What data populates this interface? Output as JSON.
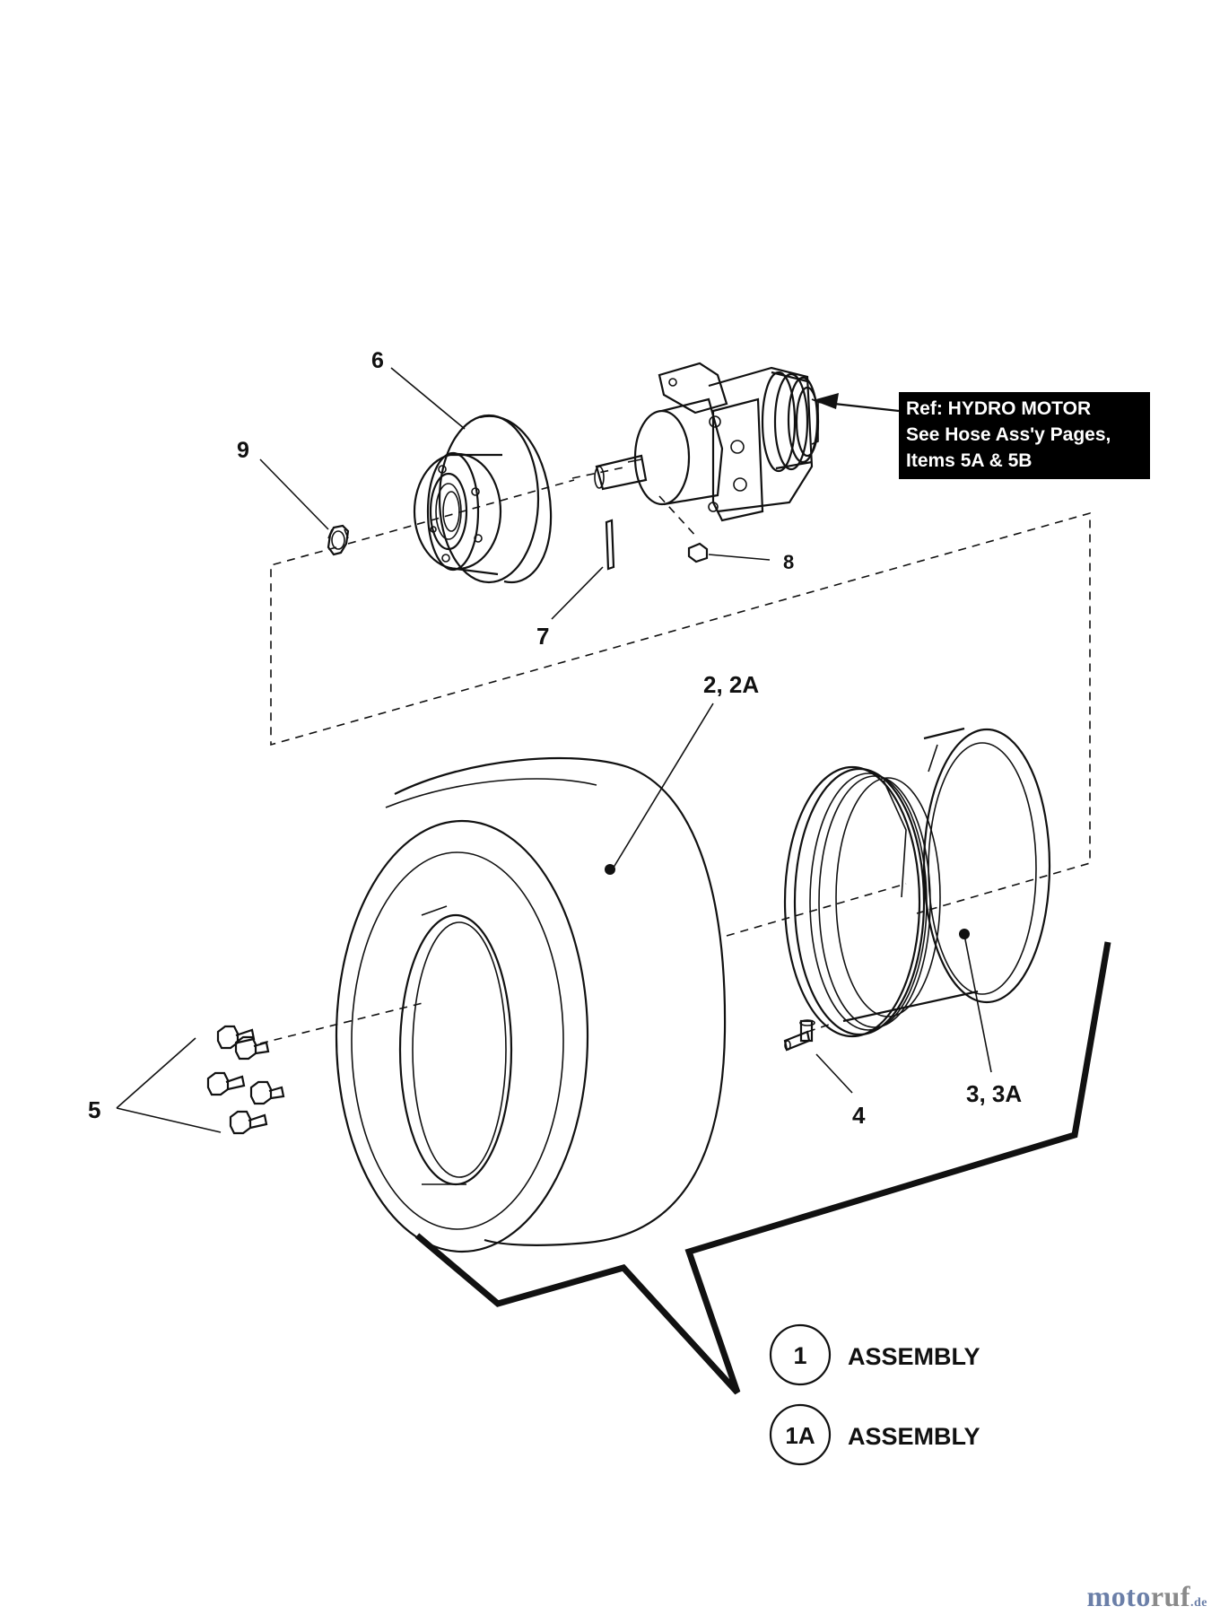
{
  "diagram": {
    "callouts": {
      "c1": "1",
      "c2": "2, 2A",
      "c3": "3, 3A",
      "c4": "4",
      "c5": "5",
      "c6": "6",
      "c7": "7",
      "c8": "8",
      "c9": "9"
    },
    "ref_note": {
      "line1": "Ref: HYDRO MOTOR",
      "line2": "See Hose Ass'y Pages,",
      "line3": "Items 5A & 5B"
    },
    "legend": [
      {
        "badge": "1",
        "text": "ASSEMBLY"
      },
      {
        "badge": "1A",
        "text": "ASSEMBLY"
      }
    ]
  },
  "watermark": {
    "part1": "moto",
    "part2": "ruf",
    "part3": ".de"
  }
}
